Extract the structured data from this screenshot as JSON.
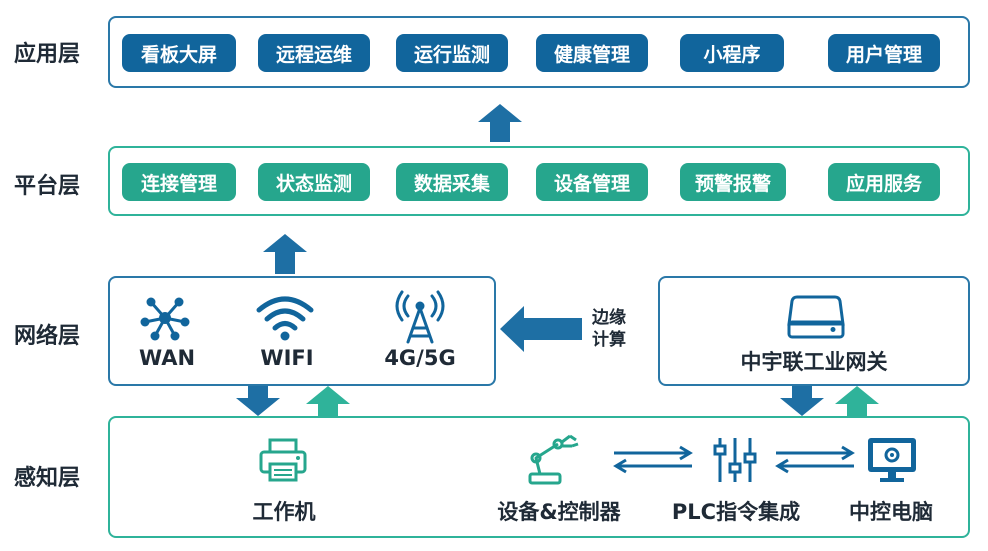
{
  "layers": {
    "application": "应用层",
    "platform": "平台层",
    "network": "网络层",
    "perception": "感知层"
  },
  "application_items": [
    "看板大屏",
    "远程运维",
    "运行监测",
    "健康管理",
    "小程序",
    "用户管理"
  ],
  "platform_items": [
    "连接管理",
    "状态监测",
    "数据采集",
    "设备管理",
    "预警报警",
    "应用服务"
  ],
  "network": {
    "wan": "WAN",
    "wifi": "WIFI",
    "cellular": "4G/5G",
    "edge_line1": "边缘",
    "edge_line2": "计算",
    "gateway": "中宇联工业网关"
  },
  "perception": {
    "workstation": "工作机",
    "device_controller": "设备&控制器",
    "plc": "PLC指令集成",
    "control_pc": "中控电脑"
  },
  "colors": {
    "blue": "#11659c",
    "teal": "#26a68d",
    "border_blue": "#2a78a8",
    "border_teal": "#2fb39a"
  }
}
